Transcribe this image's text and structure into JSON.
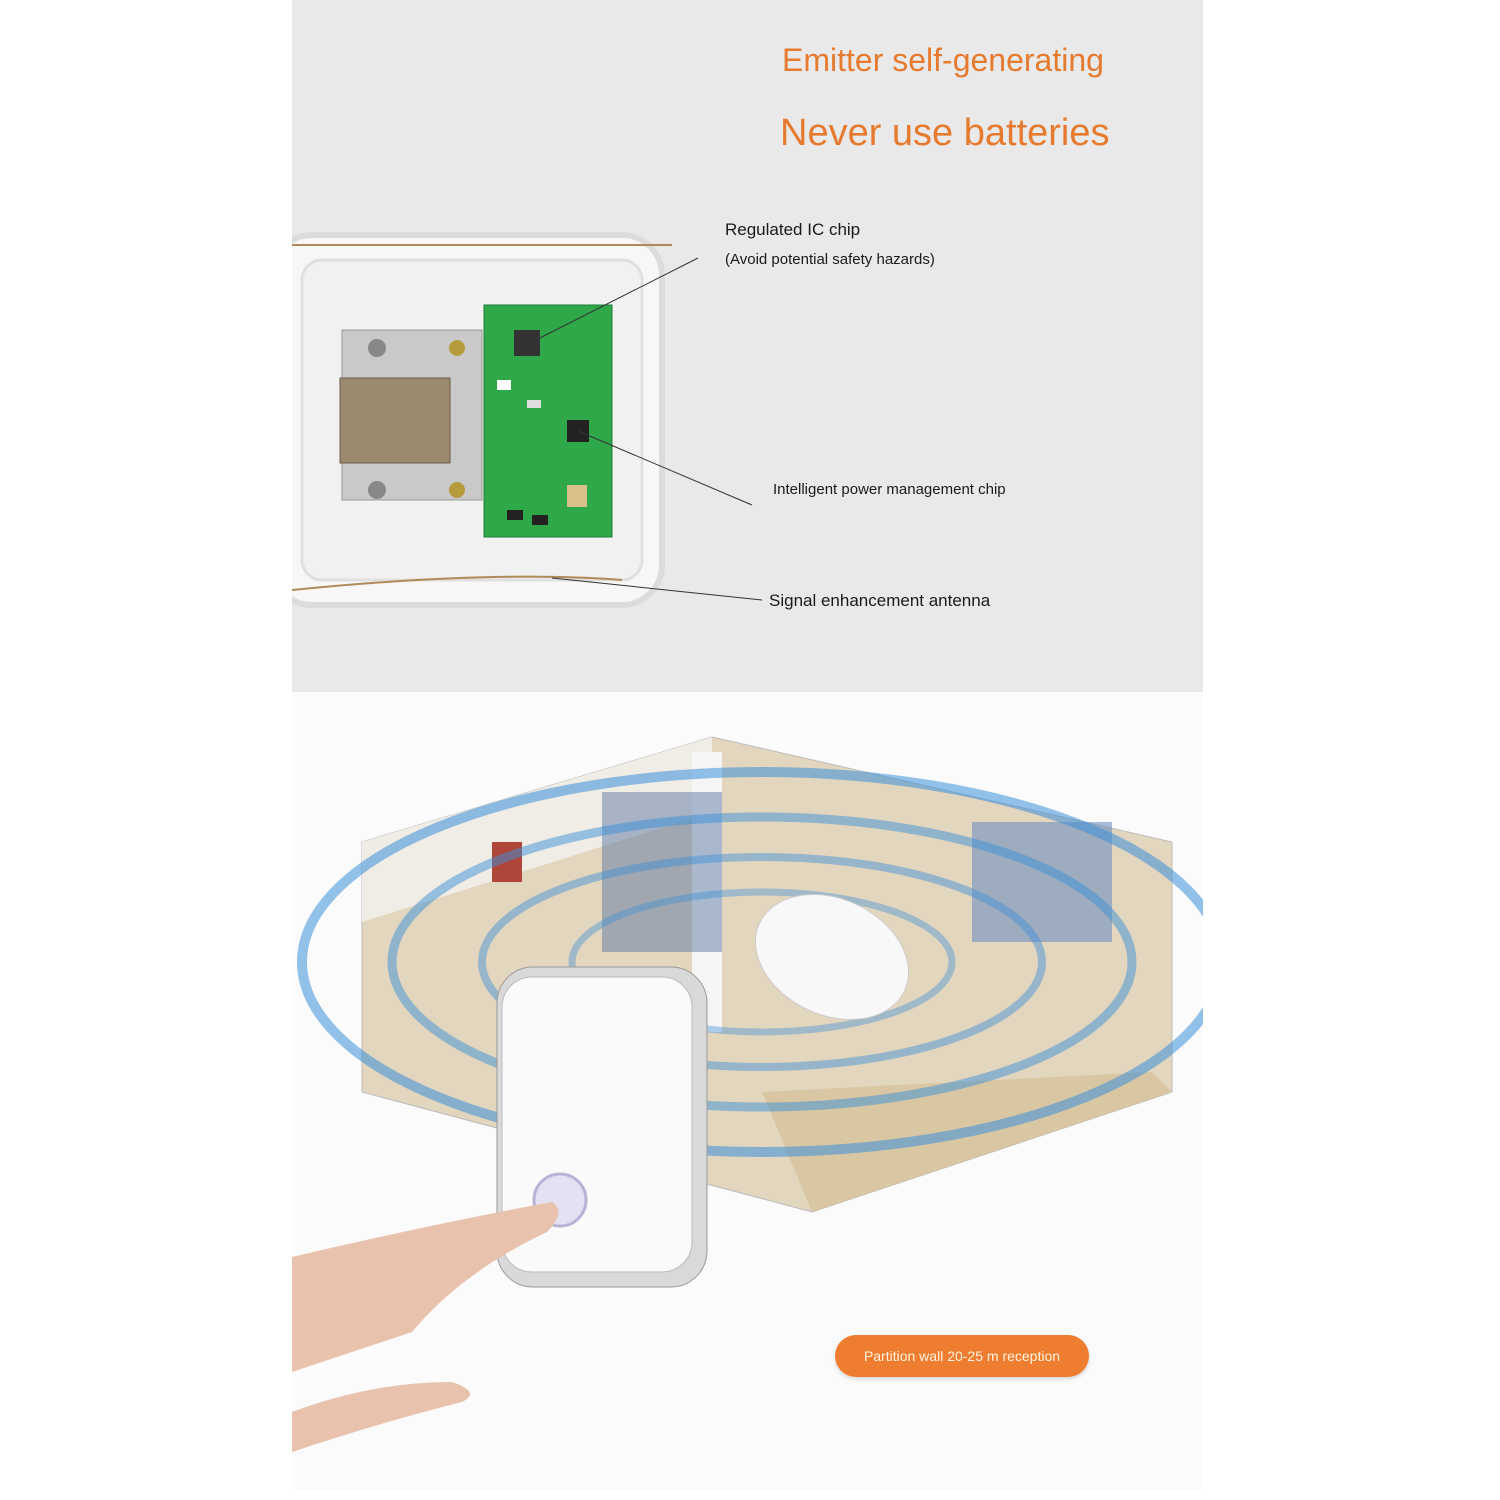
{
  "top_panel": {
    "headline_1": "Emitter self-generating",
    "headline_2": "Never use batteries",
    "callouts": {
      "ic_chip": "Regulated IC chip",
      "ic_chip_note": "(Avoid potential safety hazards)",
      "power_chip": "Intelligent power management chip",
      "antenna": "Signal enhancement antenna"
    }
  },
  "bottom_panel": {
    "range_badge": "Partition wall 20-25 m reception"
  },
  "colors": {
    "accent": "#e67a2e",
    "pcb": "#2fa84a",
    "signal": "#3a8fd8"
  }
}
